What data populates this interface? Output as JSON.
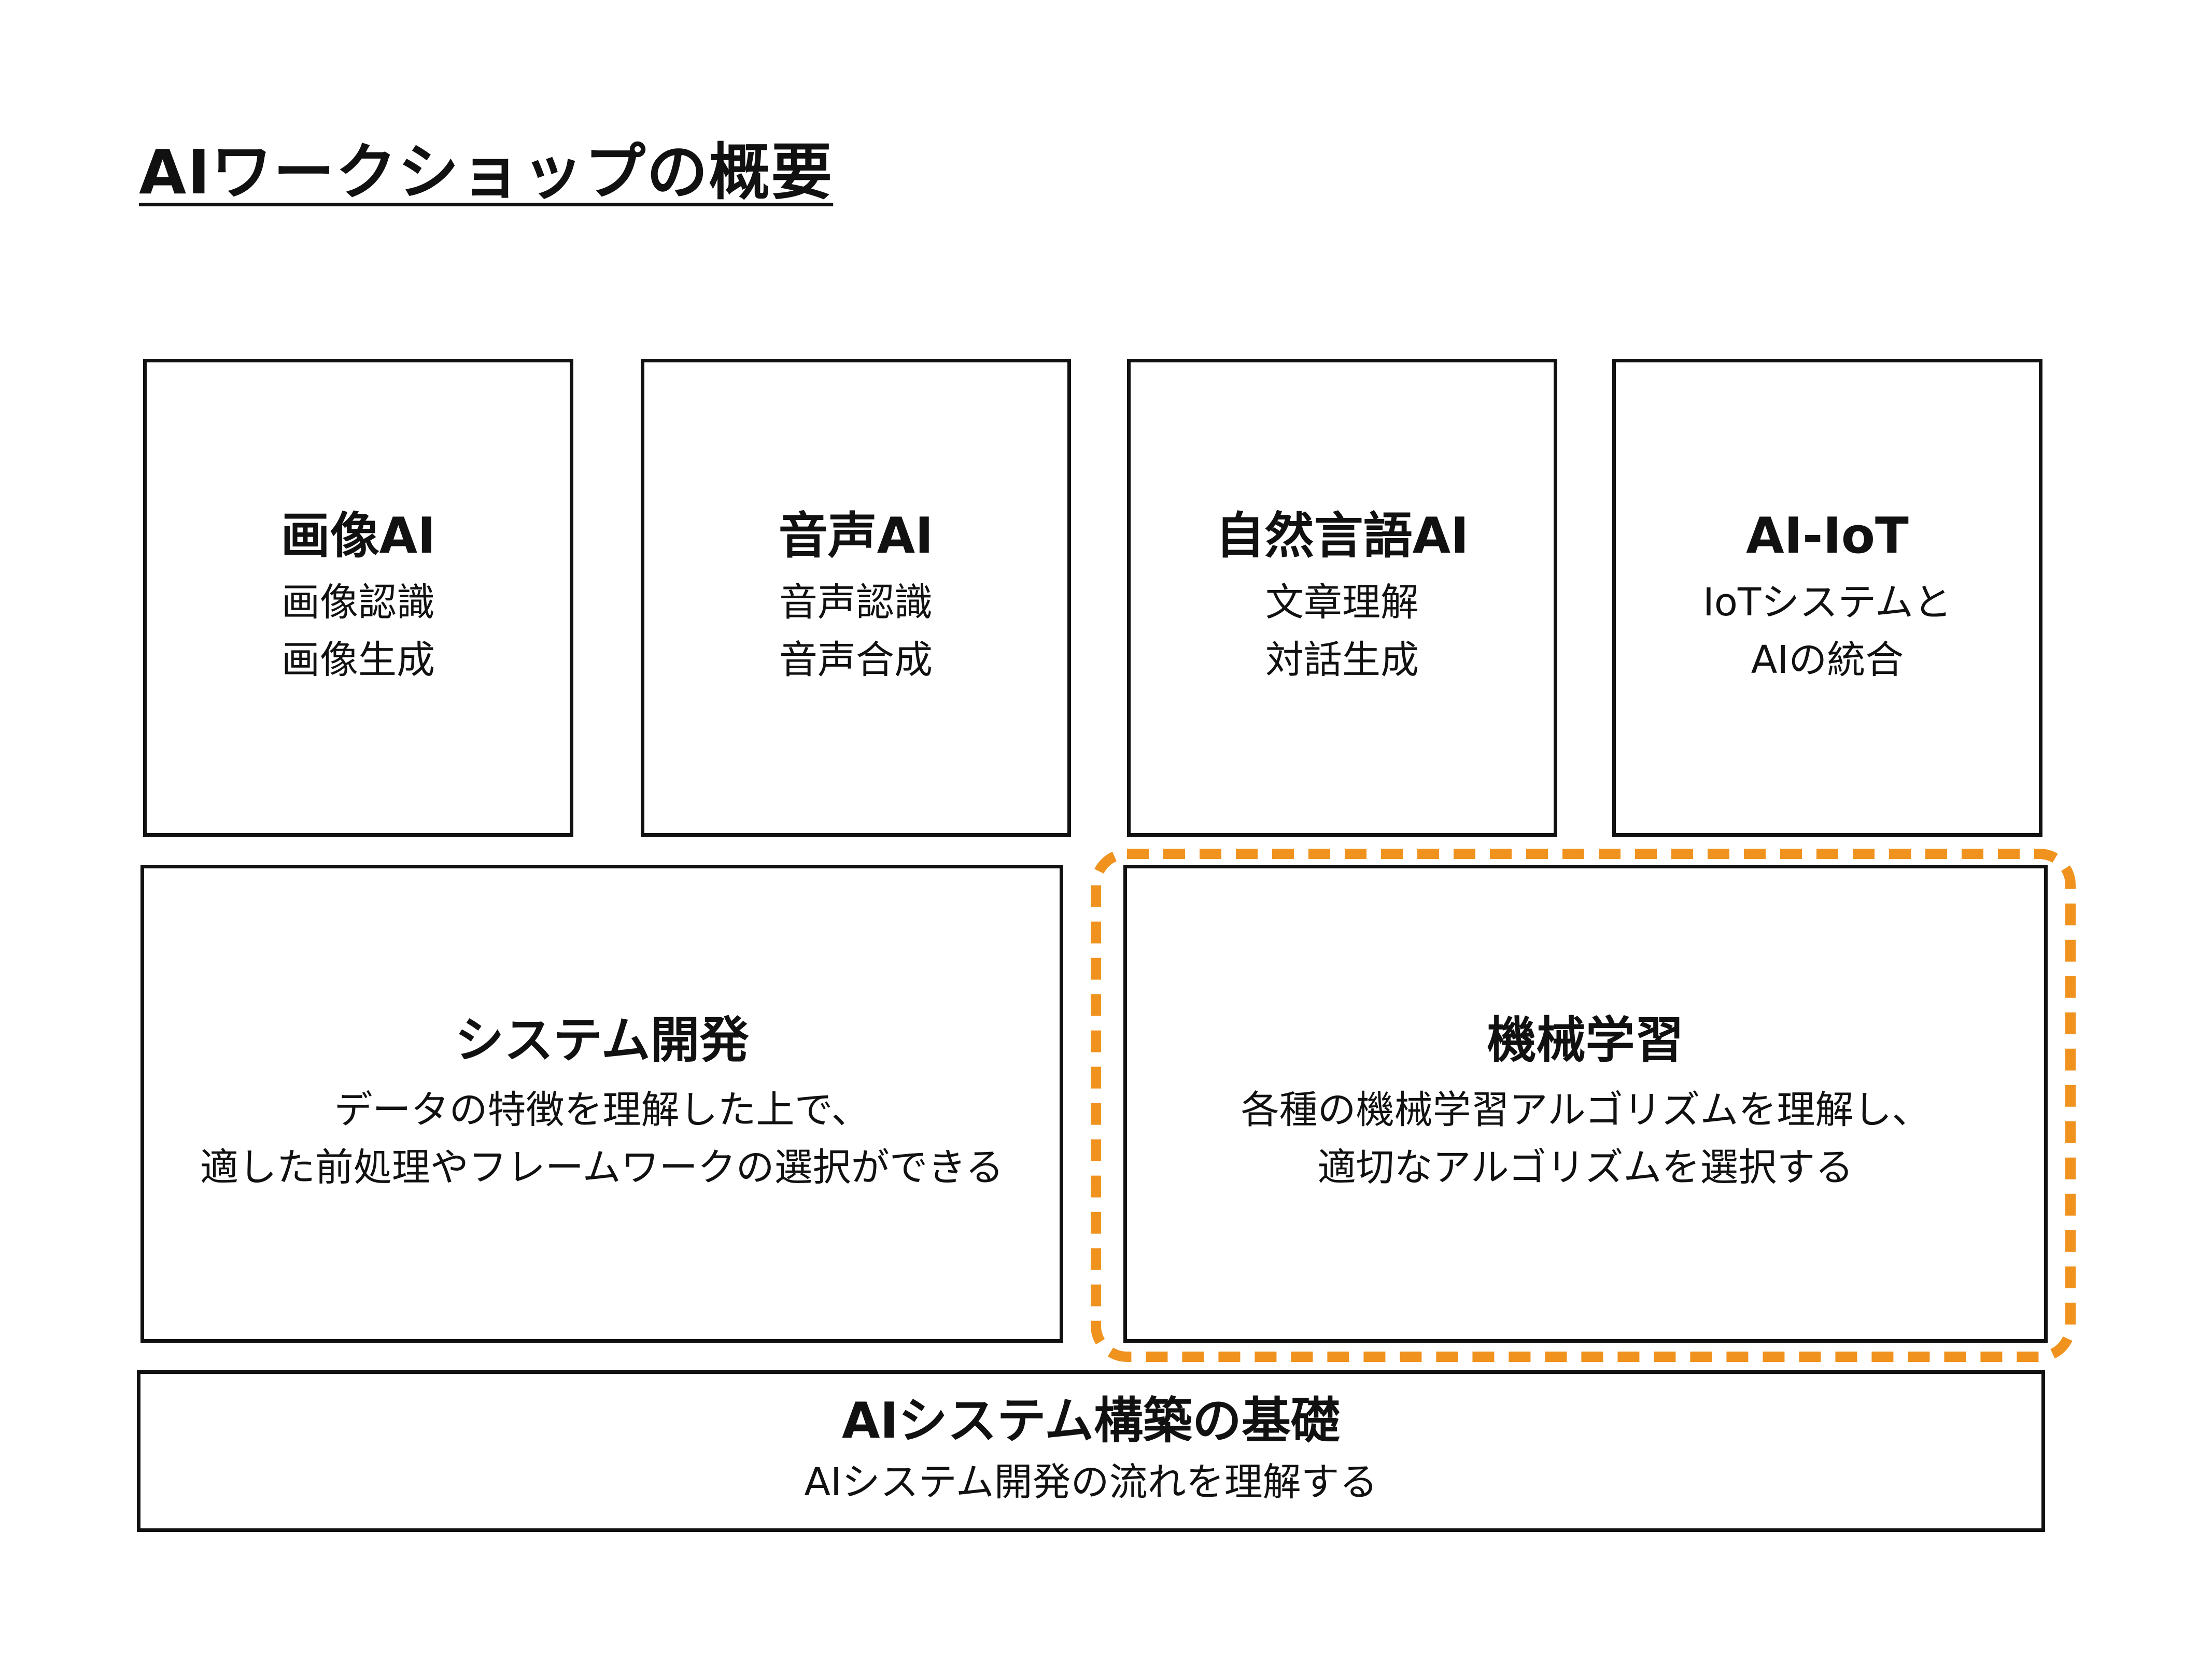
{
  "title": "AIワークショップの概要",
  "colors": {
    "border": "#111111",
    "highlight": "#F0921E",
    "background": "#ffffff"
  },
  "top_boxes": [
    {
      "heading": "画像AI",
      "lines": [
        "画像認識",
        "画像生成"
      ]
    },
    {
      "heading": "音声AI",
      "lines": [
        "音声認識",
        "音声合成"
      ]
    },
    {
      "heading": "自然言語AI",
      "lines": [
        "文章理解",
        "対話生成"
      ]
    },
    {
      "heading": "AI-IoT",
      "lines": [
        "IoTシステムと",
        "AIの統合"
      ]
    }
  ],
  "system_dev": {
    "heading": "システム開発",
    "lines": [
      "データの特徴を理解した上で、",
      "適した前処理やフレームワークの選択ができる"
    ]
  },
  "machine_learning": {
    "heading": "機械学習",
    "lines": [
      "各種の機械学習アルゴリズムを理解し、",
      "適切なアルゴリズムを選択する"
    ],
    "highlighted": true
  },
  "foundation": {
    "heading": "AIシステム構築の基礎",
    "lines": [
      "AIシステム開発の流れを理解する"
    ]
  }
}
